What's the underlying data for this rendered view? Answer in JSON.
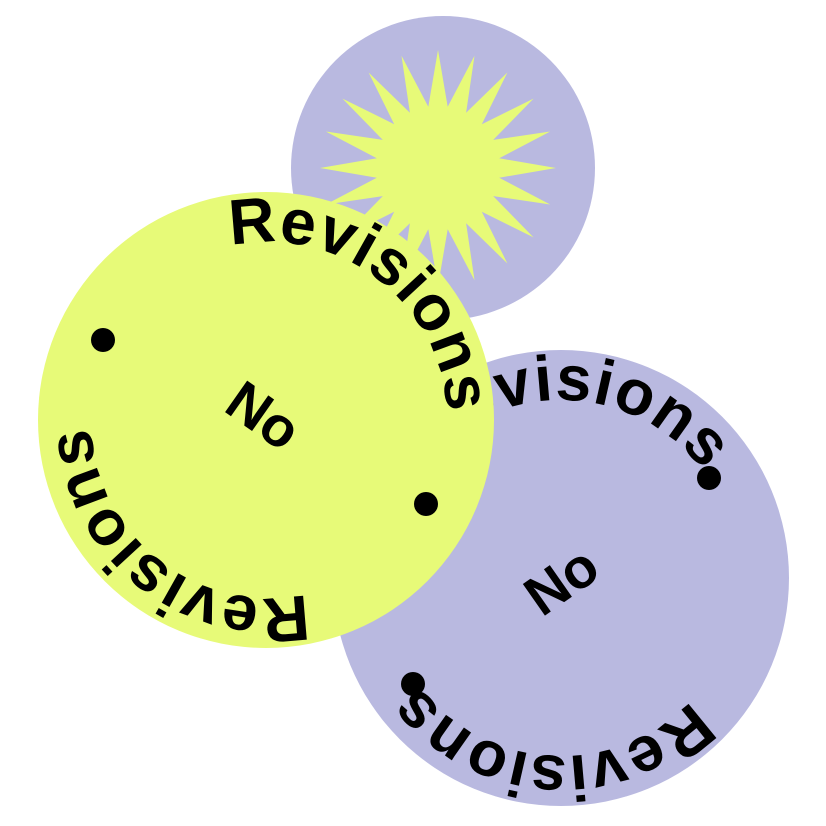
{
  "colors": {
    "lavender": "#b9b9e0",
    "lime": "#e7fa78",
    "ink": "#000000",
    "background": "#ffffff"
  },
  "stickers": [
    {
      "id": "starburst-badge",
      "icon": "starburst-icon"
    },
    {
      "id": "lavender-badge",
      "ring_word_1": "Revisions",
      "ring_word_2": "Revisions",
      "center_word": "No"
    },
    {
      "id": "lime-badge",
      "ring_word_1": "Revisions",
      "ring_word_2": "Revisions",
      "center_word": "No"
    }
  ]
}
